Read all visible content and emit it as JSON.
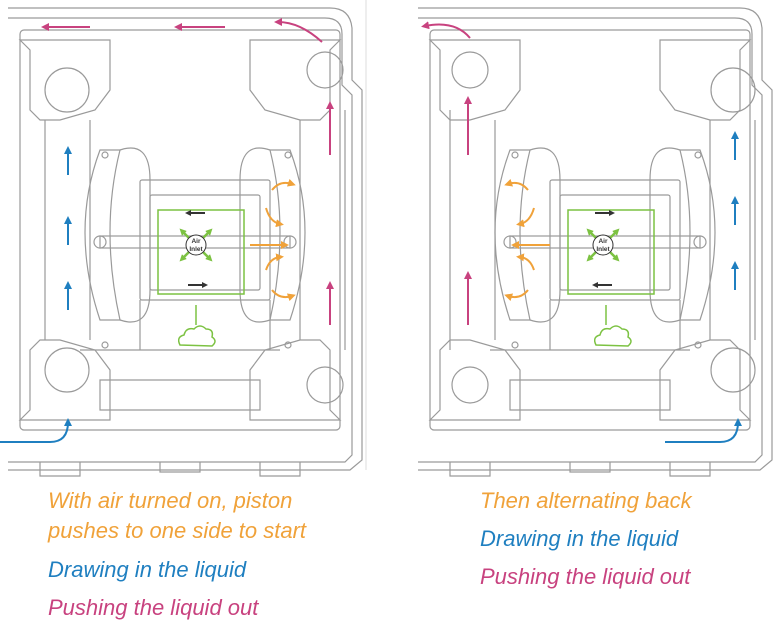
{
  "colors": {
    "housing": "#9a9a9a",
    "orange": "#f0a23a",
    "blue": "#1f7fc0",
    "magenta": "#c8427f",
    "air_green": "#7cc242",
    "dark": "#333333"
  },
  "left_panel": {
    "air_label_line1": "Air",
    "air_label_line2": "Inlet",
    "caption_line1": "With air turned on, piston",
    "caption_line2": "pushes to one side to start",
    "drawing_in": "Drawing in the liquid",
    "pushing_out": "Pushing the liquid out"
  },
  "right_panel": {
    "air_label_line1": "Air",
    "air_label_line2": "Inlet",
    "caption_line1": "Then alternating back",
    "drawing_in": "Drawing in the liquid",
    "pushing_out": "Pushing the liquid out"
  }
}
